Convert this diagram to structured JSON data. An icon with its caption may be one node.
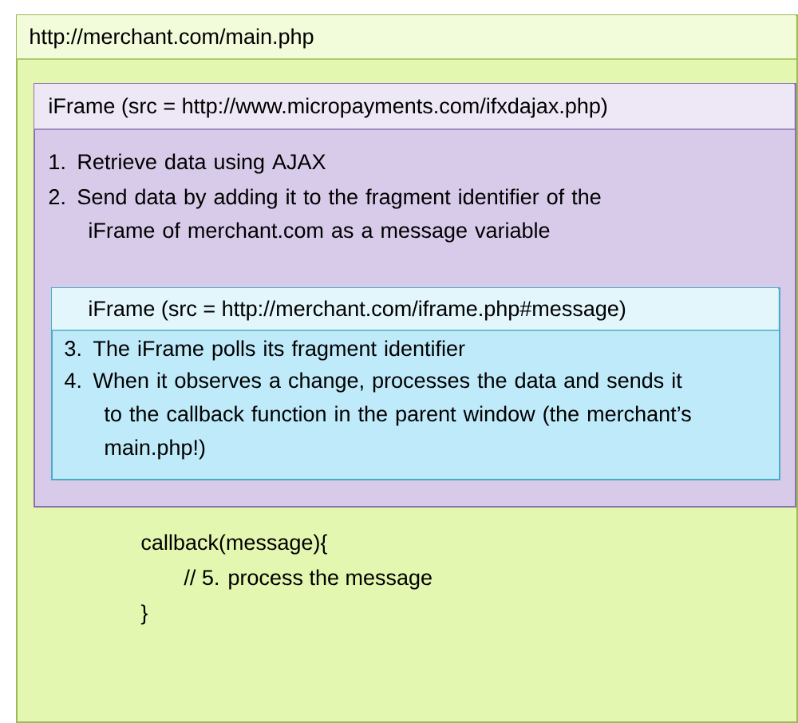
{
  "diagram": {
    "nodes": [
      {
        "text": [
          "http://merchant.com/main.php"
        ]
      },
      {
        "text": [
          "iFrame (src = http://www.micropayments.com/ifxdajax.php)",
          "1. Retrieve data using AJAX",
          "2. Send data by adding it to the fragment identifier of the iFrame of merchant.com as a message variable"
        ],
        "in": 0
      },
      {
        "text": [
          "iFrame (src = http://merchant.com/iframe.php#message)",
          "3. The iFrame polls its fragment identifier",
          "4. When it observes a change, processes the data and sends it to the callback function in the parent window (the merchant’s main.php!)"
        ],
        "in": 1
      }
    ],
    "labels": [
      "callback(message){",
      "// 5.  process the message",
      "}"
    ]
  }
}
